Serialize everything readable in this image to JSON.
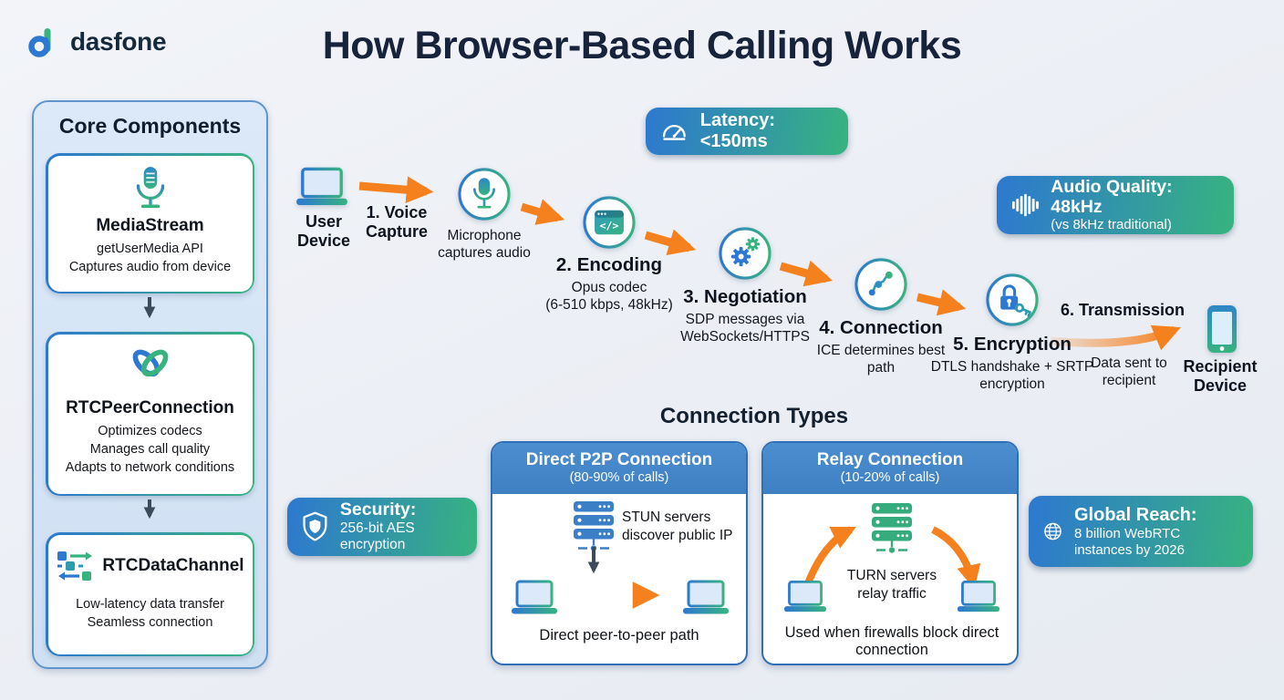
{
  "brand": {
    "name": "dasfone",
    "logo_icon": "dasfone-logo-icon"
  },
  "page_title": "How Browser-Based Calling Works",
  "sidebar": {
    "title": "Core Components",
    "cards": [
      {
        "icon": "microphone-icon",
        "title": "MediaStream",
        "lines": [
          "getUserMedia API",
          "Captures audio from device"
        ]
      },
      {
        "icon": "peer-connection-knot-icon",
        "title": "RTCPeerConnection",
        "lines": [
          "Optimizes codecs",
          "Manages call quality",
          "Adapts to network conditions"
        ]
      },
      {
        "icon": "data-transfer-icon",
        "title": "RTCDataChannel",
        "lines": [
          "Low-latency data transfer",
          "Seamless connection"
        ]
      }
    ]
  },
  "badges": {
    "latency": {
      "icon": "speedometer-icon",
      "text": "Latency: <150ms"
    },
    "audio_quality": {
      "icon": "waveform-icon",
      "title": "Audio Quality: 48kHz",
      "subtitle": "(vs 8kHz traditional)"
    },
    "security": {
      "icon": "shield-icon",
      "title": "Security:",
      "subtitle": "256-bit AES encryption"
    },
    "global_reach": {
      "icon": "globe-icon",
      "title": "Global Reach:",
      "subtitle": "8 billion WebRTC instances by 2026"
    }
  },
  "flow": {
    "user_device": "User Device",
    "step1": "1. Voice Capture",
    "microphone_caption": "Microphone captures audio",
    "step2": "2. Encoding",
    "step2_sub1": "Opus codec",
    "step2_sub2": "(6-510 kbps, 48kHz)",
    "code_glyph": "</>",
    "step3": "3. Negotiation",
    "step3_sub": "SDP messages via WebSockets/HTTPS",
    "step4": "4. Connection",
    "step4_sub": "ICE determines best path",
    "step5": "5. Encryption",
    "step5_sub": "DTLS handshake + SRTP encryption",
    "step6": "6. Transmission",
    "step6_sub": "Data sent to recipient",
    "recipient_device": "Recipient Device"
  },
  "connection_types": {
    "title": "Connection Types",
    "p2p": {
      "title": "Direct P2P Connection",
      "subtitle": "(80-90% of calls)",
      "server_caption": "STUN servers discover public IP",
      "caption": "Direct peer-to-peer path"
    },
    "relay": {
      "title": "Relay Connection",
      "subtitle": "(10-20% of calls)",
      "server_caption": "TURN servers relay traffic",
      "caption": "Used when firewalls block direct connection"
    }
  },
  "colors": {
    "accent_orange": "#f5801e",
    "brand_blue": "#2d78d0",
    "brand_green": "#37b37f",
    "header_blue": "#4486c8",
    "background": "#eef1f6"
  }
}
